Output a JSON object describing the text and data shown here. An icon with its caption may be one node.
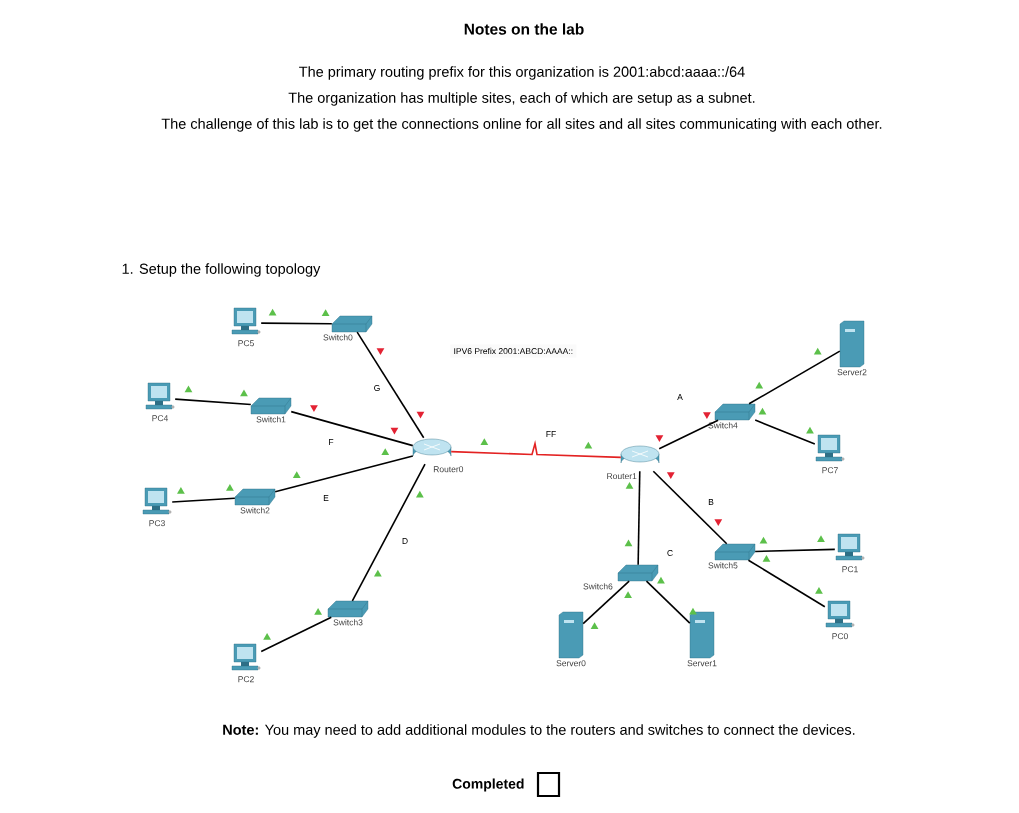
{
  "diagram": {
    "title": "Notes on the lab",
    "nodes": [
      {
        "text": [
          "PC5"
        ]
      },
      {
        "text": [
          "Switch0"
        ]
      },
      {
        "text": [
          "PC4"
        ]
      },
      {
        "text": [
          "Switch1"
        ]
      },
      {
        "text": [
          "Router0"
        ]
      },
      {
        "text": [
          "Switch2"
        ]
      },
      {
        "text": [
          "PC3"
        ]
      },
      {
        "text": [
          "Switch3"
        ]
      },
      {
        "text": [
          "PC2"
        ]
      },
      {
        "text": [
          "Server2"
        ]
      },
      {
        "text": [
          "Switch4"
        ]
      },
      {
        "text": [
          "PC7"
        ]
      },
      {
        "text": [
          "Router1"
        ]
      },
      {
        "text": [
          "Switch5"
        ]
      },
      {
        "text": [
          "PC1"
        ]
      },
      {
        "text": [
          "Switch6"
        ]
      },
      {
        "text": [
          "PC0"
        ]
      },
      {
        "text": [
          "Server0"
        ]
      },
      {
        "text": [
          "Server1"
        ]
      }
    ],
    "edges": [
      {
        "from": 0,
        "to": 1,
        "arrow": "none"
      },
      {
        "from": 2,
        "to": 3,
        "arrow": "none"
      },
      {
        "from": 1,
        "to": 4,
        "arrow": "none",
        "label": "G"
      },
      {
        "from": 3,
        "to": 4,
        "arrow": "none",
        "label": "F"
      },
      {
        "from": 5,
        "to": 4,
        "arrow": "none",
        "label": "E"
      },
      {
        "from": 6,
        "to": 5,
        "arrow": "none"
      },
      {
        "from": 4,
        "to": 7,
        "arrow": "none",
        "label": "D"
      },
      {
        "from": 8,
        "to": 7,
        "arrow": "none"
      },
      {
        "from": 4,
        "to": 12,
        "arrow": "none",
        "label": "FF",
        "color": "#e32222"
      },
      {
        "from": 12,
        "to": 10,
        "arrow": "none",
        "label": "A"
      },
      {
        "from": 10,
        "to": 9,
        "arrow": "none"
      },
      {
        "from": 10,
        "to": 11,
        "arrow": "none"
      },
      {
        "from": 12,
        "to": 13,
        "arrow": "none",
        "label": "B"
      },
      {
        "from": 13,
        "to": 14,
        "arrow": "none"
      },
      {
        "from": 13,
        "to": 16,
        "arrow": "none"
      },
      {
        "from": 15,
        "to": 12,
        "arrow": "none",
        "label": "C"
      },
      {
        "from": 15,
        "to": 17,
        "arrow": "none"
      },
      {
        "from": 15,
        "to": 18,
        "arrow": "none"
      }
    ],
    "labels": [
      "The primary routing prefix for this organization is 2001:abcd:aaaa::/64",
      "The organization has multiple sites, each of which are setup as a subnet.",
      "The challenge of this lab is to get the connections online for all sites and all sites communicating with each other.",
      "1. Setup the following topology",
      "IPV6 Prefix 2001:ABCD:AAAA::",
      "**Note:** You may need to add additional modules to the routers and switches to connect the devices.",
      "Completed"
    ]
  }
}
